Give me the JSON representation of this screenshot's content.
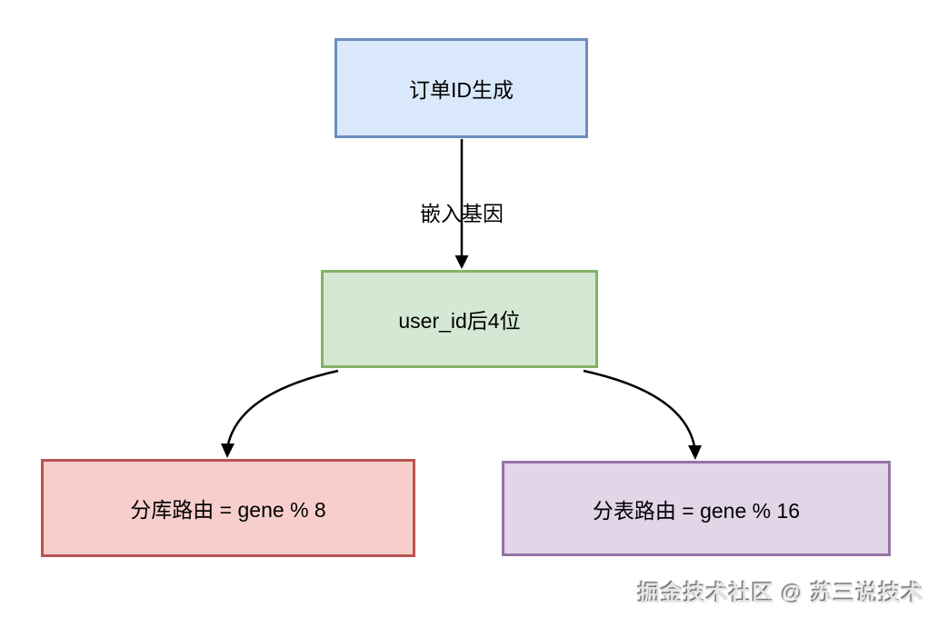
{
  "diagram": {
    "type": "flowchart",
    "nodes": {
      "order_id": {
        "label": "订单ID生成",
        "fill": "#dae8fc",
        "border": "#6c8ebf"
      },
      "gene": {
        "label": "user_id后4位",
        "fill": "#d5e8d4",
        "border": "#82b366"
      },
      "db_route": {
        "label": "分库路由 = gene % 8",
        "fill": "#f8cecc",
        "border": "#b85450"
      },
      "table_route": {
        "label": "分表路由 = gene % 16",
        "fill": "#e1d5e7",
        "border": "#9673a6"
      }
    },
    "edges": {
      "embed_gene": {
        "label": "嵌入基因",
        "color": "#000000"
      },
      "to_db_route": {
        "label": "",
        "color": "#000000"
      },
      "to_table_route": {
        "label": "",
        "color": "#000000"
      }
    },
    "watermark": {
      "text": "掘金技术社区 @ 苏三说技术"
    }
  }
}
